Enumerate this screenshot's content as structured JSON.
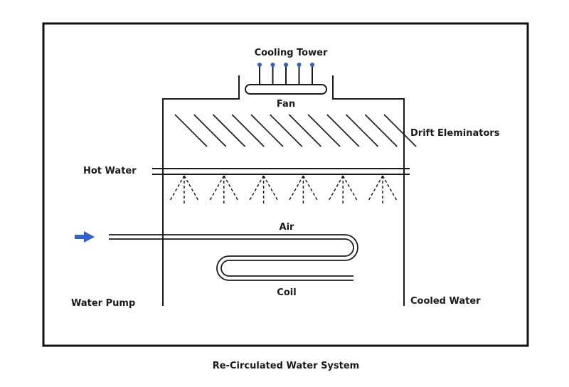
{
  "diagram": {
    "title": "Cooling Tower",
    "caption": "Re-Circulated Water System",
    "labels": {
      "fan": "Fan",
      "drift_eliminators": "Drift Eleminators",
      "hot_water": "Hot Water",
      "air": "Air",
      "coil": "Coil",
      "water_pump": "Water Pump",
      "cooled_water": "Cooled Water"
    },
    "fan_blade_count": 5,
    "drift_eliminator_count": 12,
    "spray_nozzle_count": 6,
    "colors": {
      "line": "#1a1a1a",
      "accent": "#2f5fd0",
      "background": "#ffffff"
    },
    "icons": {
      "inflow_arrow": "arrow-right-icon"
    }
  }
}
